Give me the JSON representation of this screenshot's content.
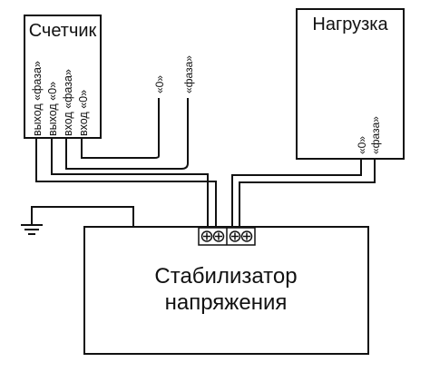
{
  "meter": {
    "title": "Счетчик",
    "out_phase": "выход «фаза»",
    "out_zero": "выход «0»",
    "in_phase": "вход «фаза»",
    "in_zero": "вход «0»"
  },
  "load": {
    "title": "Нагрузка",
    "zero": "«0»",
    "phase": "«фаза»"
  },
  "supply": {
    "zero": "«0»",
    "phase": "«фаза»"
  },
  "stabilizer": {
    "line1": "Стабилизатор",
    "line2": "напряжения"
  }
}
